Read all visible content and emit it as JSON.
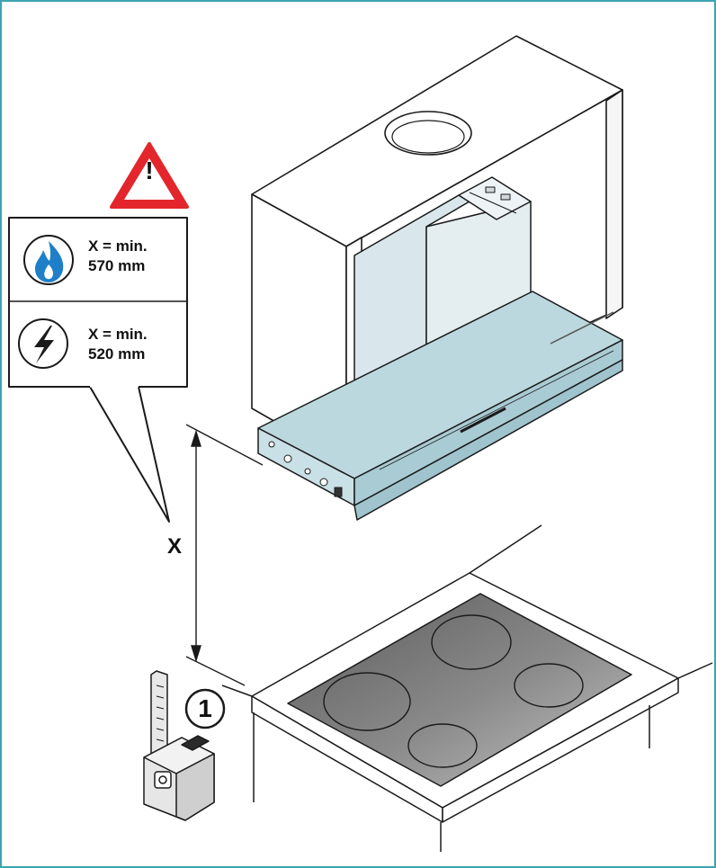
{
  "colors": {
    "frame_border": "#3ea3b2",
    "warning_red": "#e3262b",
    "flame_blue": "#1f7fc8",
    "hood_teal": "#bcd8df",
    "chimney_light": "#d9e7ec",
    "hob_dark": "#7a7a7a"
  },
  "warning": {
    "symbol": "!",
    "icon": "warning-triangle-icon"
  },
  "requirements": [
    {
      "icon": "gas-flame-icon",
      "text": "X = min.\n570 mm"
    },
    {
      "icon": "electric-bolt-icon",
      "text": "X = min.\n520 mm"
    }
  ],
  "dimension": {
    "label": "X"
  },
  "step": {
    "number": "1",
    "tool_icon": "tape-measure-icon"
  }
}
